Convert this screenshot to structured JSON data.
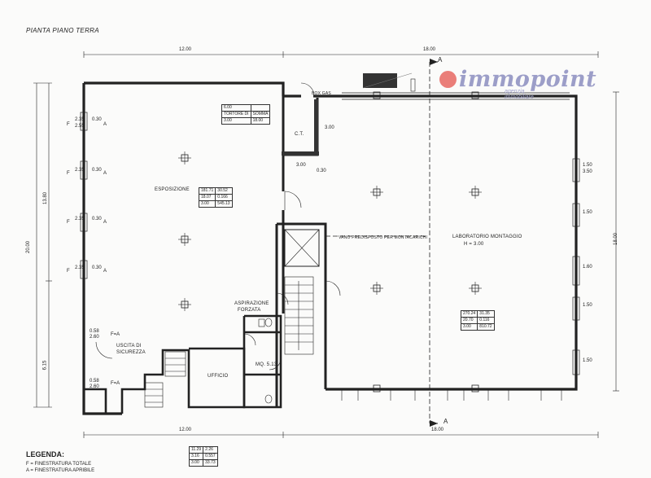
{
  "title": "PIANTA PIANO TERRA",
  "logo": {
    "name": "immopoint",
    "tagline": "agenzia immobiliare"
  },
  "rooms": {
    "esposizione": "ESPOSIZIONE",
    "laboratorio": "LABORATORIO MONTAGGIO",
    "laboratorio_h": "H = 3.00",
    "ufficio": "UFFICIO",
    "ct": "C.T.",
    "vano": "VANO PREDISPOSTO PER MONTACARICHI",
    "aspirazione": "ASPIRAZIONE",
    "forzata": "FORZATA",
    "uscita": "USCITA DI",
    "sicurezza": "SICUREZZA",
    "mq": "MQ. 5.13",
    "box_gas": "BOX GAS"
  },
  "tables": {
    "porta": [
      [
        "6.00",
        ""
      ],
      [
        "TORTORE DI",
        "SOMMA"
      ],
      [
        "3.00",
        "18.00"
      ]
    ],
    "esposizione": [
      [
        "181.71",
        "30.52"
      ],
      [
        "18.07",
        "0.166"
      ],
      [
        "3.00",
        "545.13"
      ]
    ],
    "laboratorio": [
      [
        "270.24",
        "31.35"
      ],
      [
        "20.70",
        "0.116"
      ],
      [
        "3.00",
        "810.72"
      ]
    ],
    "bottom": [
      [
        "11.29",
        "2.26"
      ],
      [
        "3.16",
        "0.557"
      ],
      [
        "3.00",
        "33.73"
      ]
    ]
  },
  "dimensions": {
    "top_left": "12.00",
    "top_right": "18.00",
    "bottom_left": "12.00",
    "bottom_right": "18.00",
    "left_total": "20.00",
    "left_upper": "13.80",
    "left_lower": "6.15",
    "right": "18.00",
    "ct_h": "3.00",
    "ct_w": "3.00",
    "ct_small": "0.30"
  },
  "section_marks": {
    "top": "A",
    "bottom": "A"
  },
  "legend": {
    "heading": "LEGENDA:",
    "lines": [
      "F = FINESTRATURA TOTALE",
      "A = FINESTRATURA APRIBILE"
    ]
  },
  "window_labels": {
    "f": "F",
    "a": "A",
    "fa": "F=A",
    "w1": "2.35",
    "w2": "2.55",
    "w3": "0.30",
    "w4": "0.58",
    "w5": "2.60",
    "w6": "1.50",
    "w7": "1.60",
    "w8": "3.50"
  }
}
